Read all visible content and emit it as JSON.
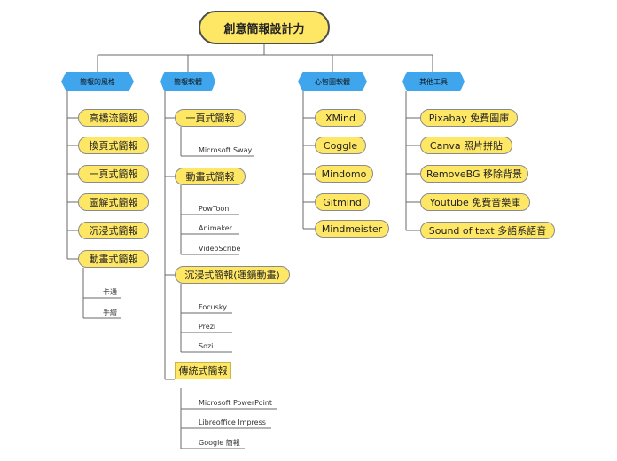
{
  "root": "創意簡報設計力",
  "categories": [
    {
      "label": "簡報的風格",
      "items": [
        "高橋流簡報",
        "換頁式簡報",
        "一頁式簡報",
        "圖解式簡報",
        "沉浸式簡報",
        "動畫式簡報"
      ],
      "sub_leaves": [
        "卡通",
        "手繪"
      ]
    },
    {
      "label": "簡報軟體",
      "groups": [
        {
          "label": "一頁式簡報",
          "leaves": [
            "Microsoft Sway"
          ]
        },
        {
          "label": "動畫式簡報",
          "leaves": [
            "PowToon",
            "Animaker",
            "VideoScribe"
          ]
        },
        {
          "label": "沉浸式簡報(運鏡動畫)",
          "leaves": [
            "Focusky",
            "Prezi",
            "Sozi"
          ]
        },
        {
          "label": "傳統式簡報",
          "leaves": [
            "Microsoft PowerPoint",
            "Libreoffice Impress",
            "Google 簡報"
          ]
        }
      ]
    },
    {
      "label": "心智圖軟體",
      "items": [
        "XMind",
        "Coggle",
        "Mindomo",
        "Gitmind",
        "Mindmeister"
      ]
    },
    {
      "label": "其他工具",
      "items": [
        "Pixabay 免費圖庫",
        "Canva 照片拼貼",
        "RemoveBG 移除背景",
        "Youtube 免費音樂庫",
        "Sound of text 多語系語音"
      ]
    }
  ]
}
